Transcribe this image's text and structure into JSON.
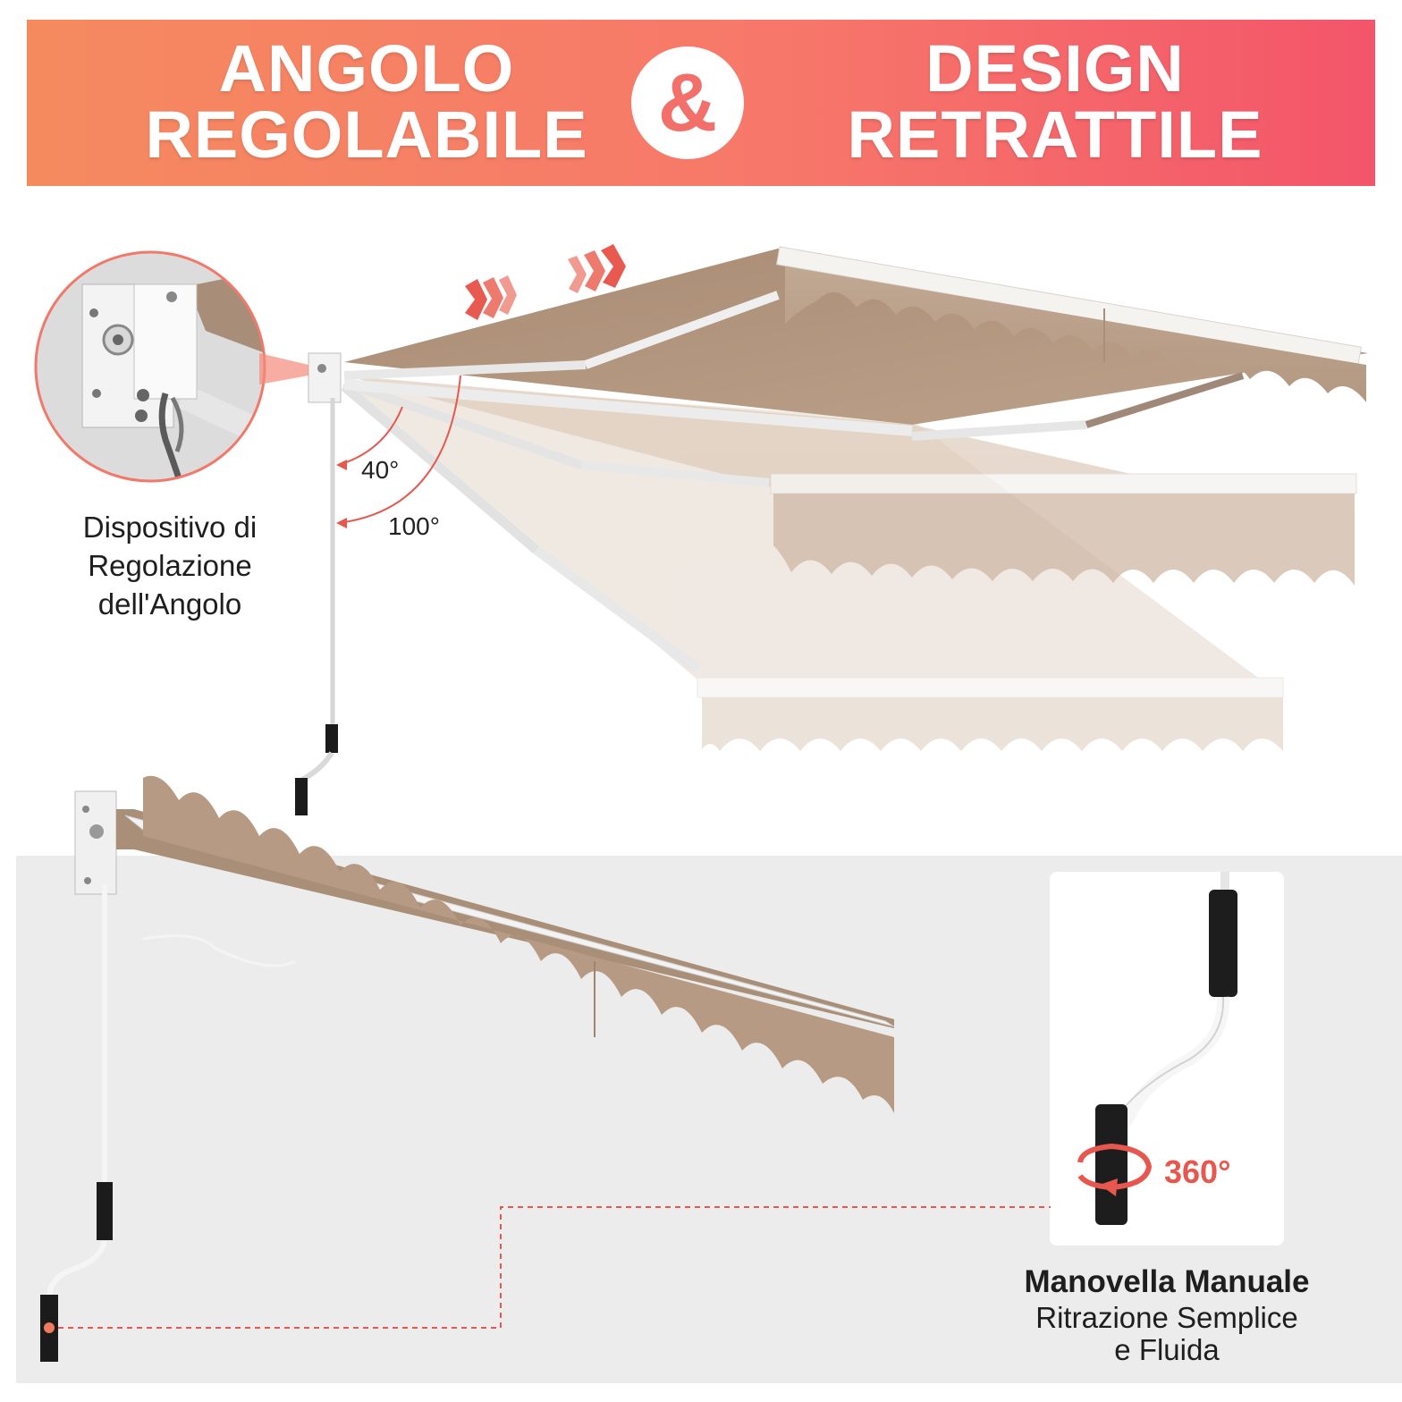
{
  "banner": {
    "left_line1": "ANGOLO",
    "left_line2": "REGOLABILE",
    "ampersand": "&",
    "right_line1": "DESIGN",
    "right_line2": "RETRATTILE"
  },
  "angle_device": {
    "line1": "Dispositivo di",
    "line2": "Regolazione",
    "line3": "dell'Angolo"
  },
  "angles": {
    "min": "40°",
    "max": "100°"
  },
  "crank": {
    "rotation": "360°",
    "title": "Manovella Manuale",
    "subtitle_line1": "Ritrazione Semplice",
    "subtitle_line2": "e Fluida"
  },
  "colors": {
    "banner_start": "#f58a5f",
    "banner_end": "#f3556a",
    "accent": "#e8574e",
    "fabric": "#b69a83",
    "floor": "#ececec"
  }
}
